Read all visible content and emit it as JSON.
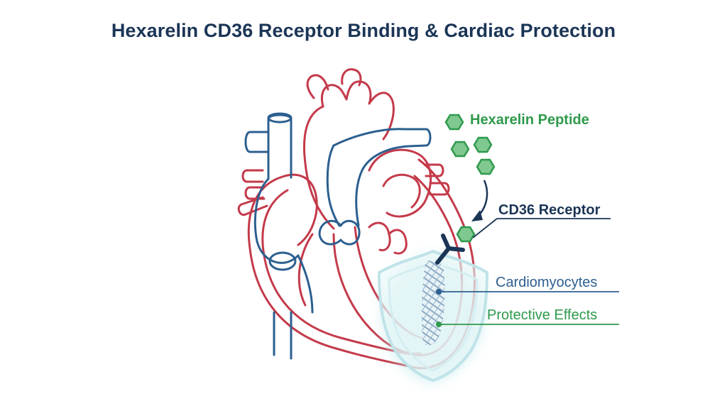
{
  "title": "Hexarelin CD36 Receptor Binding & Cardiac Protection",
  "labels": {
    "peptide": "Hexarelin Peptide",
    "receptor": "CD36 Receptor",
    "cardiomyocytes": "Cardiomyocytes",
    "protective": "Protective Effects"
  },
  "colors": {
    "title": "#1b3556",
    "red_outline": "#c43a4a",
    "blue_outline": "#2c5f8f",
    "green": "#2f9a4c",
    "navy": "#1b3556",
    "shield_glow": "#bfe6ea"
  }
}
